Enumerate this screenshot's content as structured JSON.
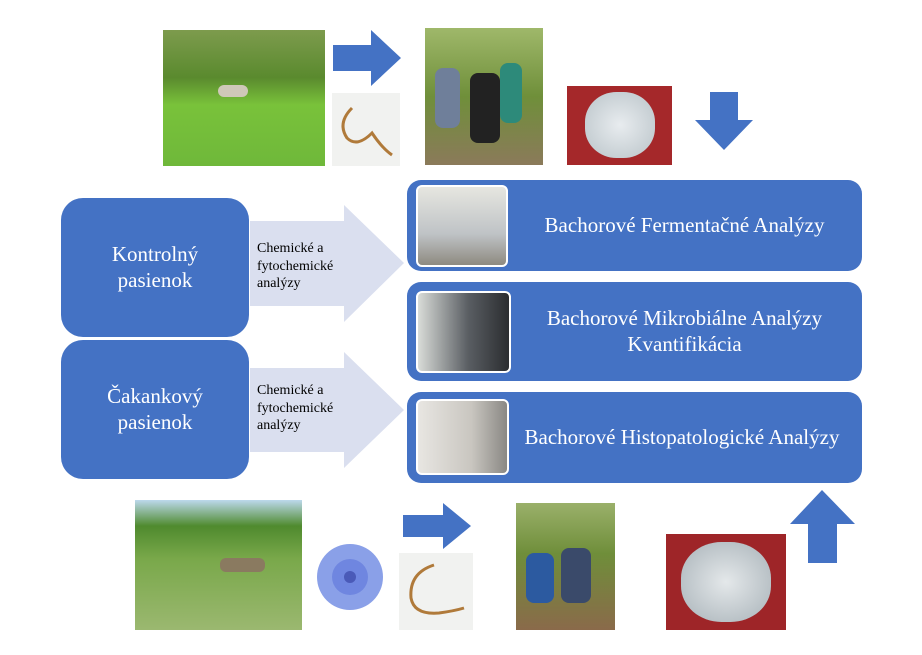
{
  "left_boxes": [
    {
      "label": "Kontrolný pasienok"
    },
    {
      "label": "Čakankový pasienok"
    }
  ],
  "arrows": [
    {
      "label": "Chemické a fytochemické analýzy"
    },
    {
      "label": "Chemické a fytochemické analýzy"
    }
  ],
  "right_boxes": [
    {
      "label": "Bachorové Fermentačné Analýzy"
    },
    {
      "label": "Bachorové Mikrobiálne Analýzy Kvantifikácia"
    },
    {
      "label": "Bachorové Histopatologické Analýzy"
    }
  ],
  "colors": {
    "accent": "#4472C4",
    "light_arrow": "#DADFEF"
  }
}
